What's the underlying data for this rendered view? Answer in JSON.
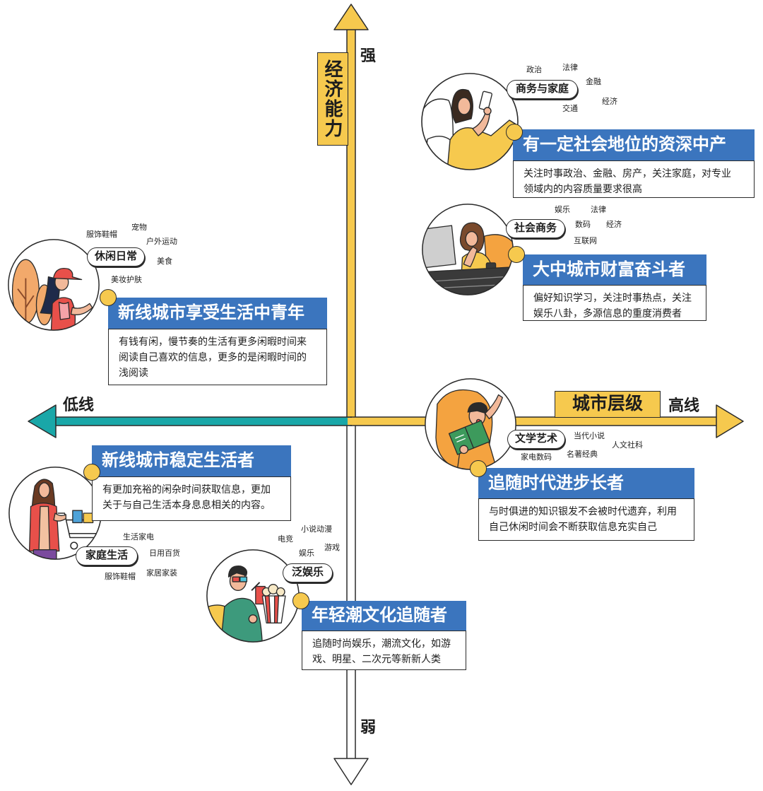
{
  "axes": {
    "vertical_label": "经济能力",
    "vertical_high": "强",
    "vertical_low": "弱",
    "horizontal_label": "城市层级",
    "horizontal_low": "低线",
    "horizontal_high": "高线"
  },
  "colors": {
    "yellow": "#F6C94E",
    "blue": "#3B75BE",
    "teal": "#19A7A8",
    "outline": "#2B2B2B"
  },
  "segments": [
    {
      "illustration": "woman-with-phone-icon",
      "tag": "商务与家庭",
      "keywords": [
        "政治",
        "法律",
        "金融",
        "交通",
        "经济"
      ],
      "title": "有一定社会地位的资深中产",
      "description": [
        "关注时事政治、金融、房产，关注家庭，对专业",
        "领域内的内容质量要求很高"
      ]
    },
    {
      "illustration": "woman-at-laptop-icon",
      "tag": "社会商务",
      "keywords": [
        "娱乐",
        "法律",
        "数码",
        "经济",
        "互联网"
      ],
      "title": "大中城市财富奋斗者",
      "description": [
        "偏好知识学习，关注时事热点，关注",
        "娱乐八卦，多源信息的重度消费者"
      ]
    },
    {
      "illustration": "woman-with-cap-icon",
      "tag": "休闲日常",
      "keywords": [
        "服饰鞋帽",
        "宠物",
        "户外运动",
        "美食",
        "美妆护肤"
      ],
      "title": "新线城市享受生活中青年",
      "description": [
        "有钱有闲，慢节奏的生活有更多闲暇时间来",
        "阅读自己喜欢的信息，更多的是闲暇时间的",
        "浅阅读"
      ]
    },
    {
      "illustration": "man-reading-book-icon",
      "tag": "文学艺术",
      "keywords": [
        "当代小说",
        "人文社科",
        "名著经典",
        "家电数码"
      ],
      "title": "追随时代进步长者",
      "description": [
        "与时俱进的知识银发不会被时代遗弃，利用",
        "自己休闲时间会不断获取信息充实自己"
      ]
    },
    {
      "illustration": "woman-with-cart-icon",
      "tag": "家庭生活",
      "keywords": [
        "生活家电",
        "日用百货",
        "服饰鞋帽",
        "家居家装"
      ],
      "title": "新线城市稳定生活者",
      "description": [
        "有更加充裕的闲杂时间获取信息，更加",
        "关于与自己生活本身息息相关的内容。"
      ]
    },
    {
      "illustration": "man-with-3d-glasses-icon",
      "tag": "泛娱乐",
      "keywords": [
        "小说动漫",
        "电竞",
        "游戏",
        "娱乐"
      ],
      "title": "年轻潮文化追随者",
      "description": [
        "追随时尚娱乐，潮流文化，如游",
        "戏、明星、二次元等新新人类"
      ]
    }
  ]
}
